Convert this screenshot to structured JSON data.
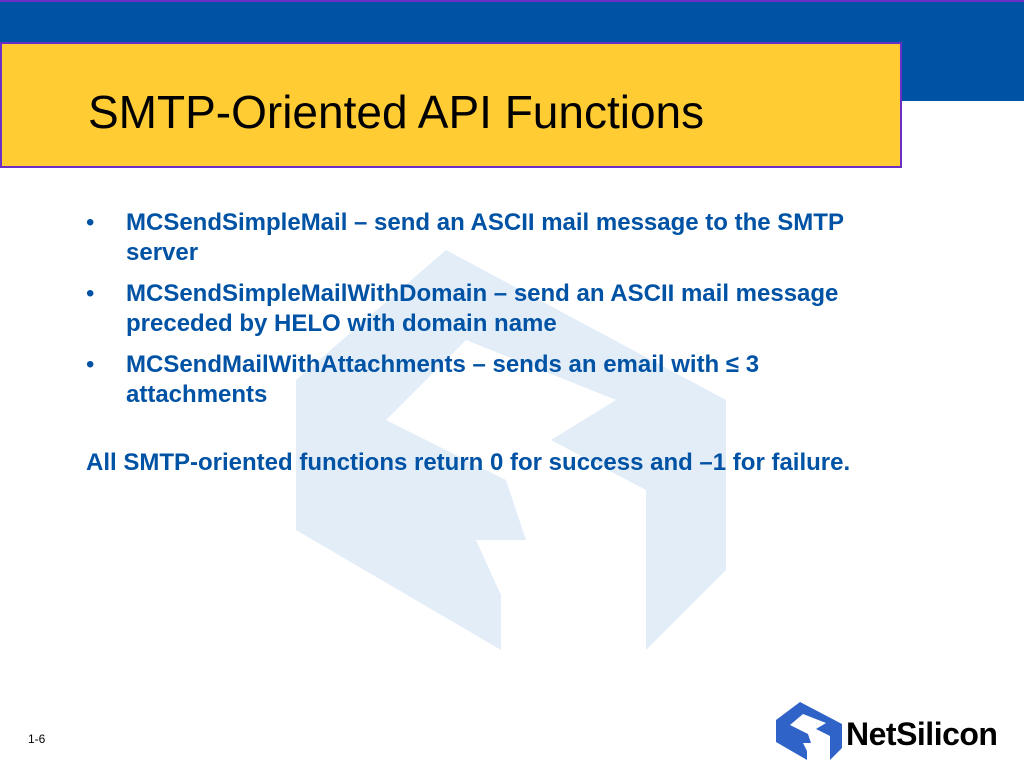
{
  "slide": {
    "title": "SMTP-Oriented API Functions",
    "bullet_symbol": "•",
    "bullets": [
      "MCSendSimpleMail – send an ASCII mail message to the SMTP server",
      "MCSendSimpleMailWithDomain – send an ASCII mail message preceded by HELO with domain name",
      "MCSendMailWithAttachments – sends an email with ≤ 3 attachments"
    ],
    "summary": "All SMTP-oriented functions return 0 for success and –1 for failure.",
    "page_number": "1-6"
  },
  "logo": {
    "text": "NetSilicon",
    "mark_icon": "netsilicon-logo-mark-icon",
    "watermark_icon": "netsilicon-watermark-icon"
  },
  "colors": {
    "header_band": "#0052a4",
    "title_box": "#ffcc33",
    "title_border": "#6a2fc4",
    "body_text": "#0052a4",
    "watermark": "#e3edf8"
  }
}
